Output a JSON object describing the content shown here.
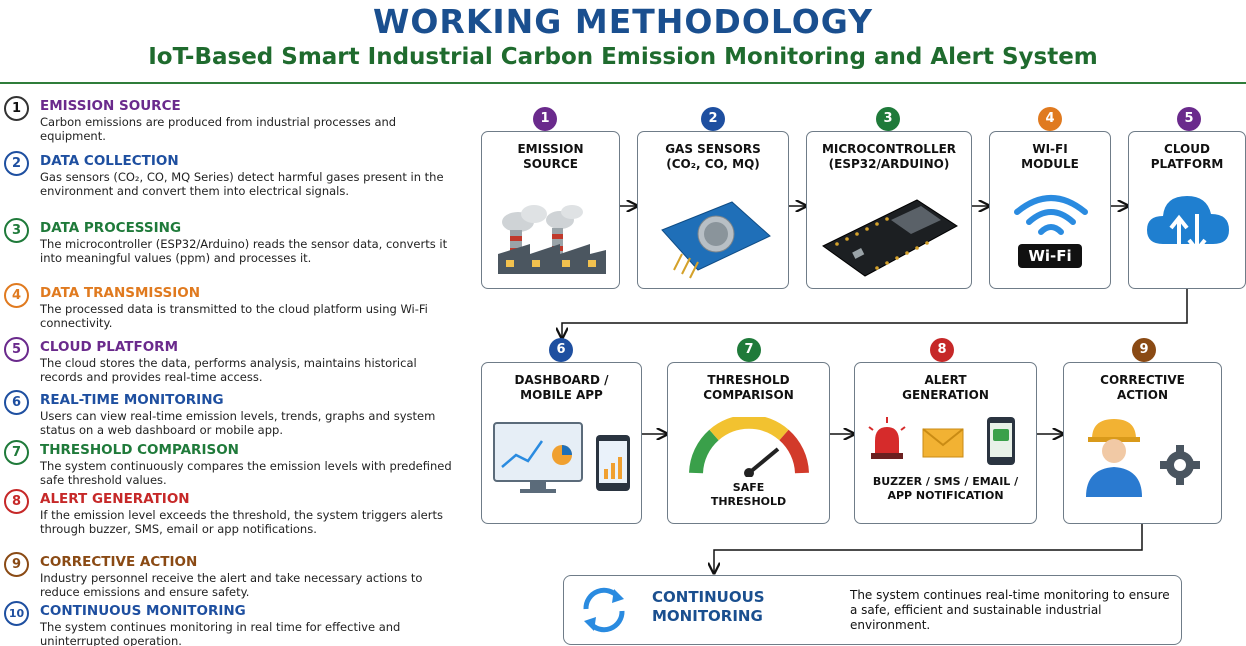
{
  "header": {
    "title": "WORKING METHODOLOGY",
    "subtitle": "IoT-Based Smart Industrial Carbon Emission Monitoring and Alert System"
  },
  "steps": [
    {
      "num": "1",
      "title": "EMISSION SOURCE",
      "desc": "Carbon emissions are produced from industrial processes and equipment.",
      "color": "#6a2a8c"
    },
    {
      "num": "2",
      "title": "DATA COLLECTION",
      "desc": "Gas sensors (CO₂, CO, MQ Series) detect harmful gases present in the environment and convert them into electrical signals.",
      "color": "#1e4fa0"
    },
    {
      "num": "3",
      "title": "DATA PROCESSING",
      "desc": "The microcontroller (ESP32/Arduino) reads the sensor data, converts it into meaningful values (ppm) and processes it.",
      "color": "#1f7a3a"
    },
    {
      "num": "4",
      "title": "DATA TRANSMISSION",
      "desc": "The processed data is transmitted to the cloud platform using Wi-Fi connectivity.",
      "color": "#e07a1f"
    },
    {
      "num": "5",
      "title": "CLOUD PLATFORM",
      "desc": "The cloud stores the data, performs analysis, maintains historical records and provides real-time access.",
      "color": "#6a2a8c"
    },
    {
      "num": "6",
      "title": "REAL-TIME MONITORING",
      "desc": "Users can view real-time emission levels, trends, graphs and system status on a web dashboard or mobile app.",
      "color": "#1e4fa0"
    },
    {
      "num": "7",
      "title": "THRESHOLD COMPARISON",
      "desc": "The system continuously compares the emission levels with predefined safe threshold values.",
      "color": "#1f7a3a"
    },
    {
      "num": "8",
      "title": "ALERT GENERATION",
      "desc": "If the emission level exceeds the threshold, the system triggers alerts through buzzer, SMS, email or app notifications.",
      "color": "#c62828"
    },
    {
      "num": "9",
      "title": "CORRECTIVE ACTION",
      "desc": "Industry personnel receive the alert and take necessary actions to reduce emissions and ensure safety.",
      "color": "#8a4a14"
    },
    {
      "num": "10",
      "title": "CONTINUOUS MONITORING",
      "desc": "The system continues monitoring in real time for effective and uninterrupted operation.",
      "color": "#1e4fa0"
    }
  ],
  "nodes": [
    {
      "num": "1",
      "label": "EMISSION\nSOURCE",
      "color": "#6a2a8c"
    },
    {
      "num": "2",
      "label": "GAS SENSORS\n(CO₂, CO, MQ)",
      "color": "#1e4fa0"
    },
    {
      "num": "3",
      "label": "MICROCONTROLLER\n(ESP32/ARDUINO)",
      "color": "#1f7a3a"
    },
    {
      "num": "4",
      "label": "WI-FI\nMODULE",
      "color": "#e07a1f"
    },
    {
      "num": "5",
      "label": "CLOUD\nPLATFORM",
      "color": "#6a2a8c"
    },
    {
      "num": "6",
      "label": "DASHBOARD /\nMOBILE APP",
      "color": "#1e4fa0"
    },
    {
      "num": "7",
      "label": "THRESHOLD\nCOMPARISON",
      "color": "#1f7a3a"
    },
    {
      "num": "8",
      "label": "ALERT\nGENERATION",
      "color": "#c62828"
    },
    {
      "num": "9",
      "label": "CORRECTIVE\nACTION",
      "color": "#8a4a14"
    }
  ],
  "wifi_badge": "Wi-Fi",
  "threshold_caption": "SAFE\nTHRESHOLD",
  "alert_caption": "BUZZER / SMS / EMAIL /\nAPP NOTIFICATION",
  "continuous": {
    "title": "CONTINUOUS\nMONITORING",
    "desc": "The system continues real-time monitoring to ensure a safe, efficient and sustainable industrial environment."
  },
  "colors": {
    "title_blue": "#1a4f8f",
    "subtitle_green": "#1f6b2e"
  }
}
